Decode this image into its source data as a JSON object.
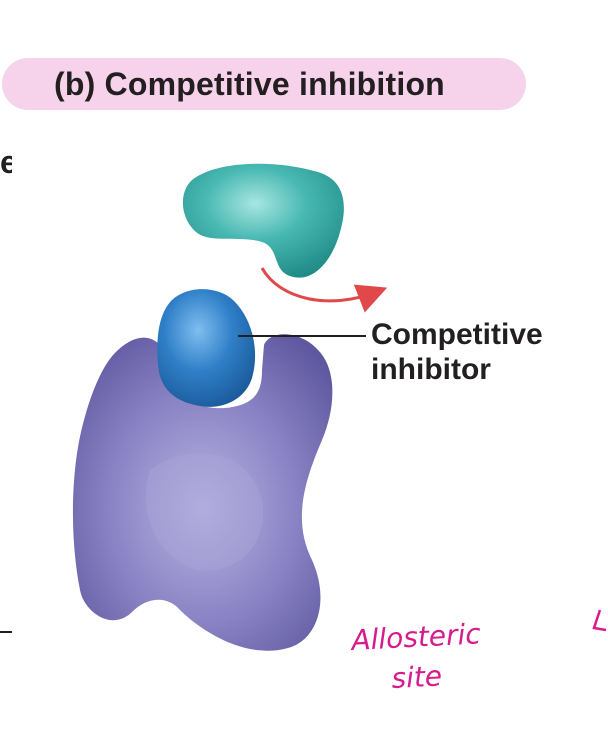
{
  "title": "(b) Competitive inhibition",
  "inhibitor_label": {
    "line1": "Competitive",
    "line2": "inhibitor"
  },
  "handwritten_note": {
    "line1": "Allosteric",
    "line2": "site"
  },
  "colors": {
    "title_pill": "#f6d3ea",
    "substrate": "#3fb3b0",
    "inhibitor": "#2f7fc8",
    "enzyme": "#8a83c4",
    "arrow": "#e0484a",
    "handwriting": "#d81b8c",
    "text": "#231f20"
  },
  "icons": [
    "substrate-shape",
    "competitive-inhibitor-shape",
    "enzyme-shape",
    "curved-arrow-icon"
  ]
}
